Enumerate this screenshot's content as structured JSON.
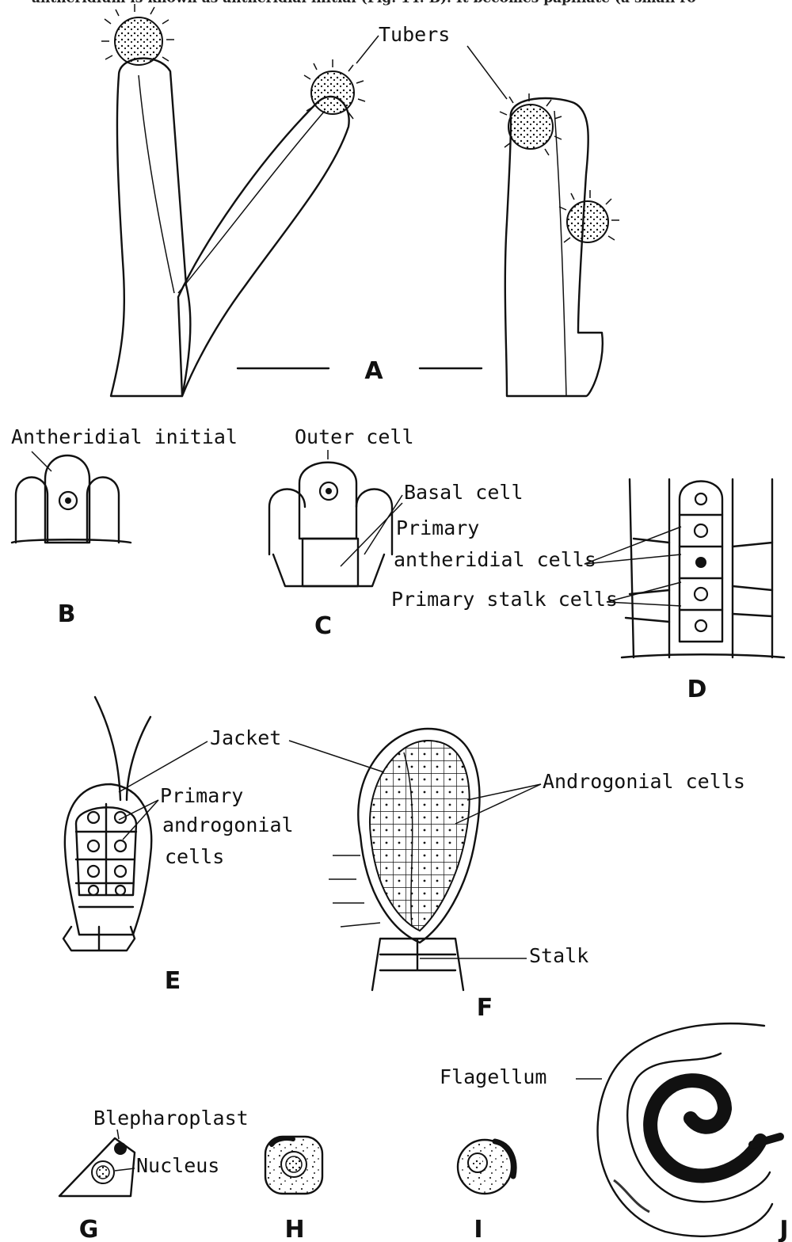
{
  "header_text": "antheridium is known as antheridial initial (Fig. 14. B). It becomes papillate (a small ro",
  "labels": {
    "tubers": "Tubers",
    "antheridial_initial": "Antheridial initial",
    "outer_cell": "Outer cell",
    "basal_cell": "Basal cell",
    "primary_antheridial_1": "Primary",
    "primary_antheridial_2": "antheridial cells",
    "primary_stalk": "Primary stalk cells",
    "jacket": "Jacket",
    "primary_androgonial_1": "Primary",
    "primary_androgonial_2": "androgonial",
    "primary_androgonial_3": "cells",
    "androgonial_cells": "Androgonial cells",
    "stalk": "Stalk",
    "flagellum": "Flagellum",
    "blepharoplast": "Blepharoplast",
    "nucleus": "Nucleus"
  },
  "panels": {
    "A": "A",
    "B": "B",
    "C": "C",
    "D": "D",
    "E": "E",
    "F": "F",
    "G": "G",
    "H": "H",
    "I": "I",
    "J": "J"
  },
  "colors": {
    "ink": "#111111",
    "paper": "#ffffff"
  }
}
